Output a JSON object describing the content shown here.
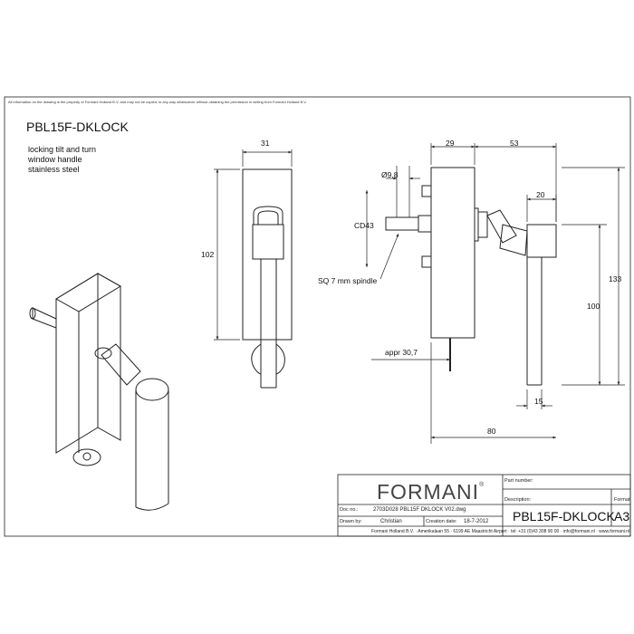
{
  "notice": "All information on the drawing is the property of Formani Holland B.V. and may not be copied, in any way whatsoever without obtaining the permission in writing from Formani Holland B.V.",
  "title": "PBL15F-DKLOCK",
  "description": [
    "locking tilt and turn",
    "window handle",
    "stainless steel"
  ],
  "dimensions": {
    "front_width": "31",
    "front_height": "102",
    "side_depth": "29",
    "side_offset": "53",
    "hole_dia": "Ø9,8",
    "cylinder": "CD43",
    "spindle": "SQ 7 mm spindle",
    "knuckle_width": "20",
    "handle_length": "100",
    "total_height": "133",
    "approx": "appr 30,7",
    "grip_width": "15",
    "total_width": "80"
  },
  "title_block": {
    "brand": "FORMANI",
    "brand_mark": "®",
    "part_number_label": "Part number:",
    "part_number": "",
    "doc_no_label": "Doc no.:",
    "doc_no": "2703D028 PBL15F DKLOCK V02.dwg",
    "description_label": "Description:",
    "description": "PBL15F-DKLOCK",
    "format_label": "Format:",
    "format": "A3",
    "drawn_by_label": "Drawn by:",
    "drawn_by": "Christian",
    "creation_date_label": "Creation date:",
    "creation_date": "18-7-2012",
    "footer": "Formani Holland B.V.  ·  Amerikalaan 55  ·  6199 AE Maastricht Airport  ·  tel: +31 (0)43 308 90 00  ·  info@formani.nl  ·  www.formani.nl"
  }
}
